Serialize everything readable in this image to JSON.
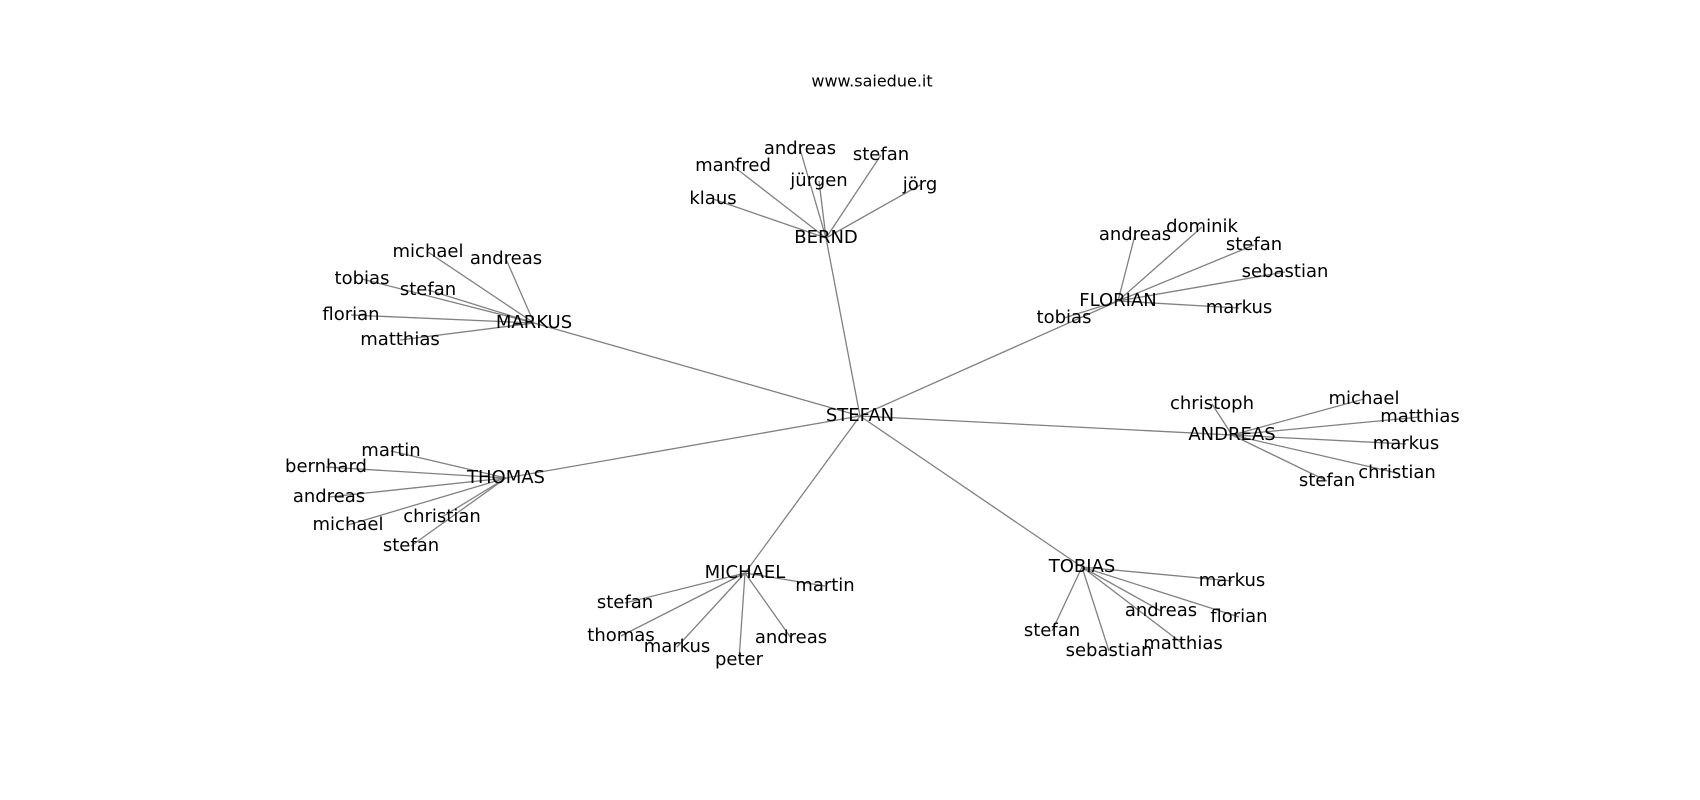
{
  "site": "www.saiedue.it",
  "center": "STEFAN",
  "groups": [
    {
      "name": "BERND",
      "leaves": [
        "klaus",
        "manfred",
        "andreas",
        "jürgen",
        "stefan",
        "jörg"
      ]
    },
    {
      "name": "FLORIAN",
      "leaves": [
        "andreas",
        "dominik",
        "stefan",
        "sebastian",
        "markus",
        "tobias"
      ]
    },
    {
      "name": "ANDREAS",
      "leaves": [
        "christoph",
        "michael",
        "matthias",
        "markus",
        "christian",
        "stefan"
      ]
    },
    {
      "name": "TOBIAS",
      "leaves": [
        "markus",
        "florian",
        "andreas",
        "matthias",
        "sebastian",
        "stefan"
      ]
    },
    {
      "name": "MICHAEL",
      "leaves": [
        "martin",
        "andreas",
        "peter",
        "markus",
        "thomas",
        "stefan"
      ]
    },
    {
      "name": "THOMAS",
      "leaves": [
        "martin",
        "bernhard",
        "andreas",
        "michael",
        "christian",
        "stefan"
      ]
    },
    {
      "name": "MARKUS",
      "leaves": [
        "andreas",
        "michael",
        "tobias",
        "stefan",
        "florian",
        "matthias"
      ]
    }
  ]
}
